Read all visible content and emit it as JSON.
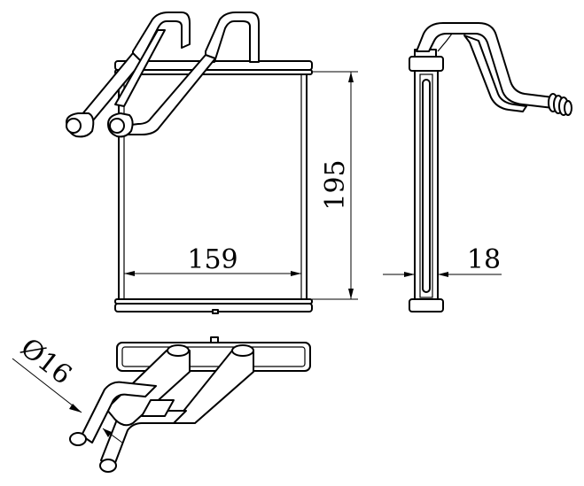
{
  "dimensions": {
    "width": "159",
    "height": "195",
    "depth": "18",
    "pipe_diameter": "Ø16"
  }
}
